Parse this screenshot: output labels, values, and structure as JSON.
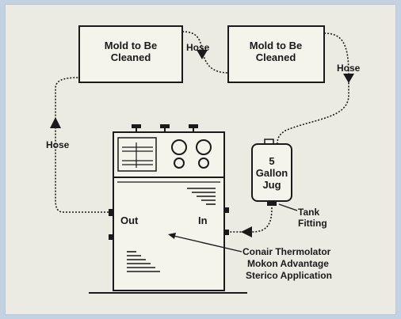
{
  "diagram": {
    "mold_1": {
      "line1": "Mold to Be",
      "line2": "Cleaned"
    },
    "mold_2": {
      "line1": "Mold to Be",
      "line2": "Cleaned"
    },
    "hose_top": "Hose",
    "hose_right": "Hose",
    "hose_left": "Hose",
    "jug": {
      "line1": "5",
      "line2": "Gallon",
      "line3": "Jug"
    },
    "tank_fitting": {
      "line1": "Tank",
      "line2": "Fitting"
    },
    "port_out": "Out",
    "port_in": "In",
    "unit_caption": {
      "line1": "Conair Thermolator",
      "line2": "Mokon Advantage",
      "line3": "Sterico Application"
    }
  }
}
